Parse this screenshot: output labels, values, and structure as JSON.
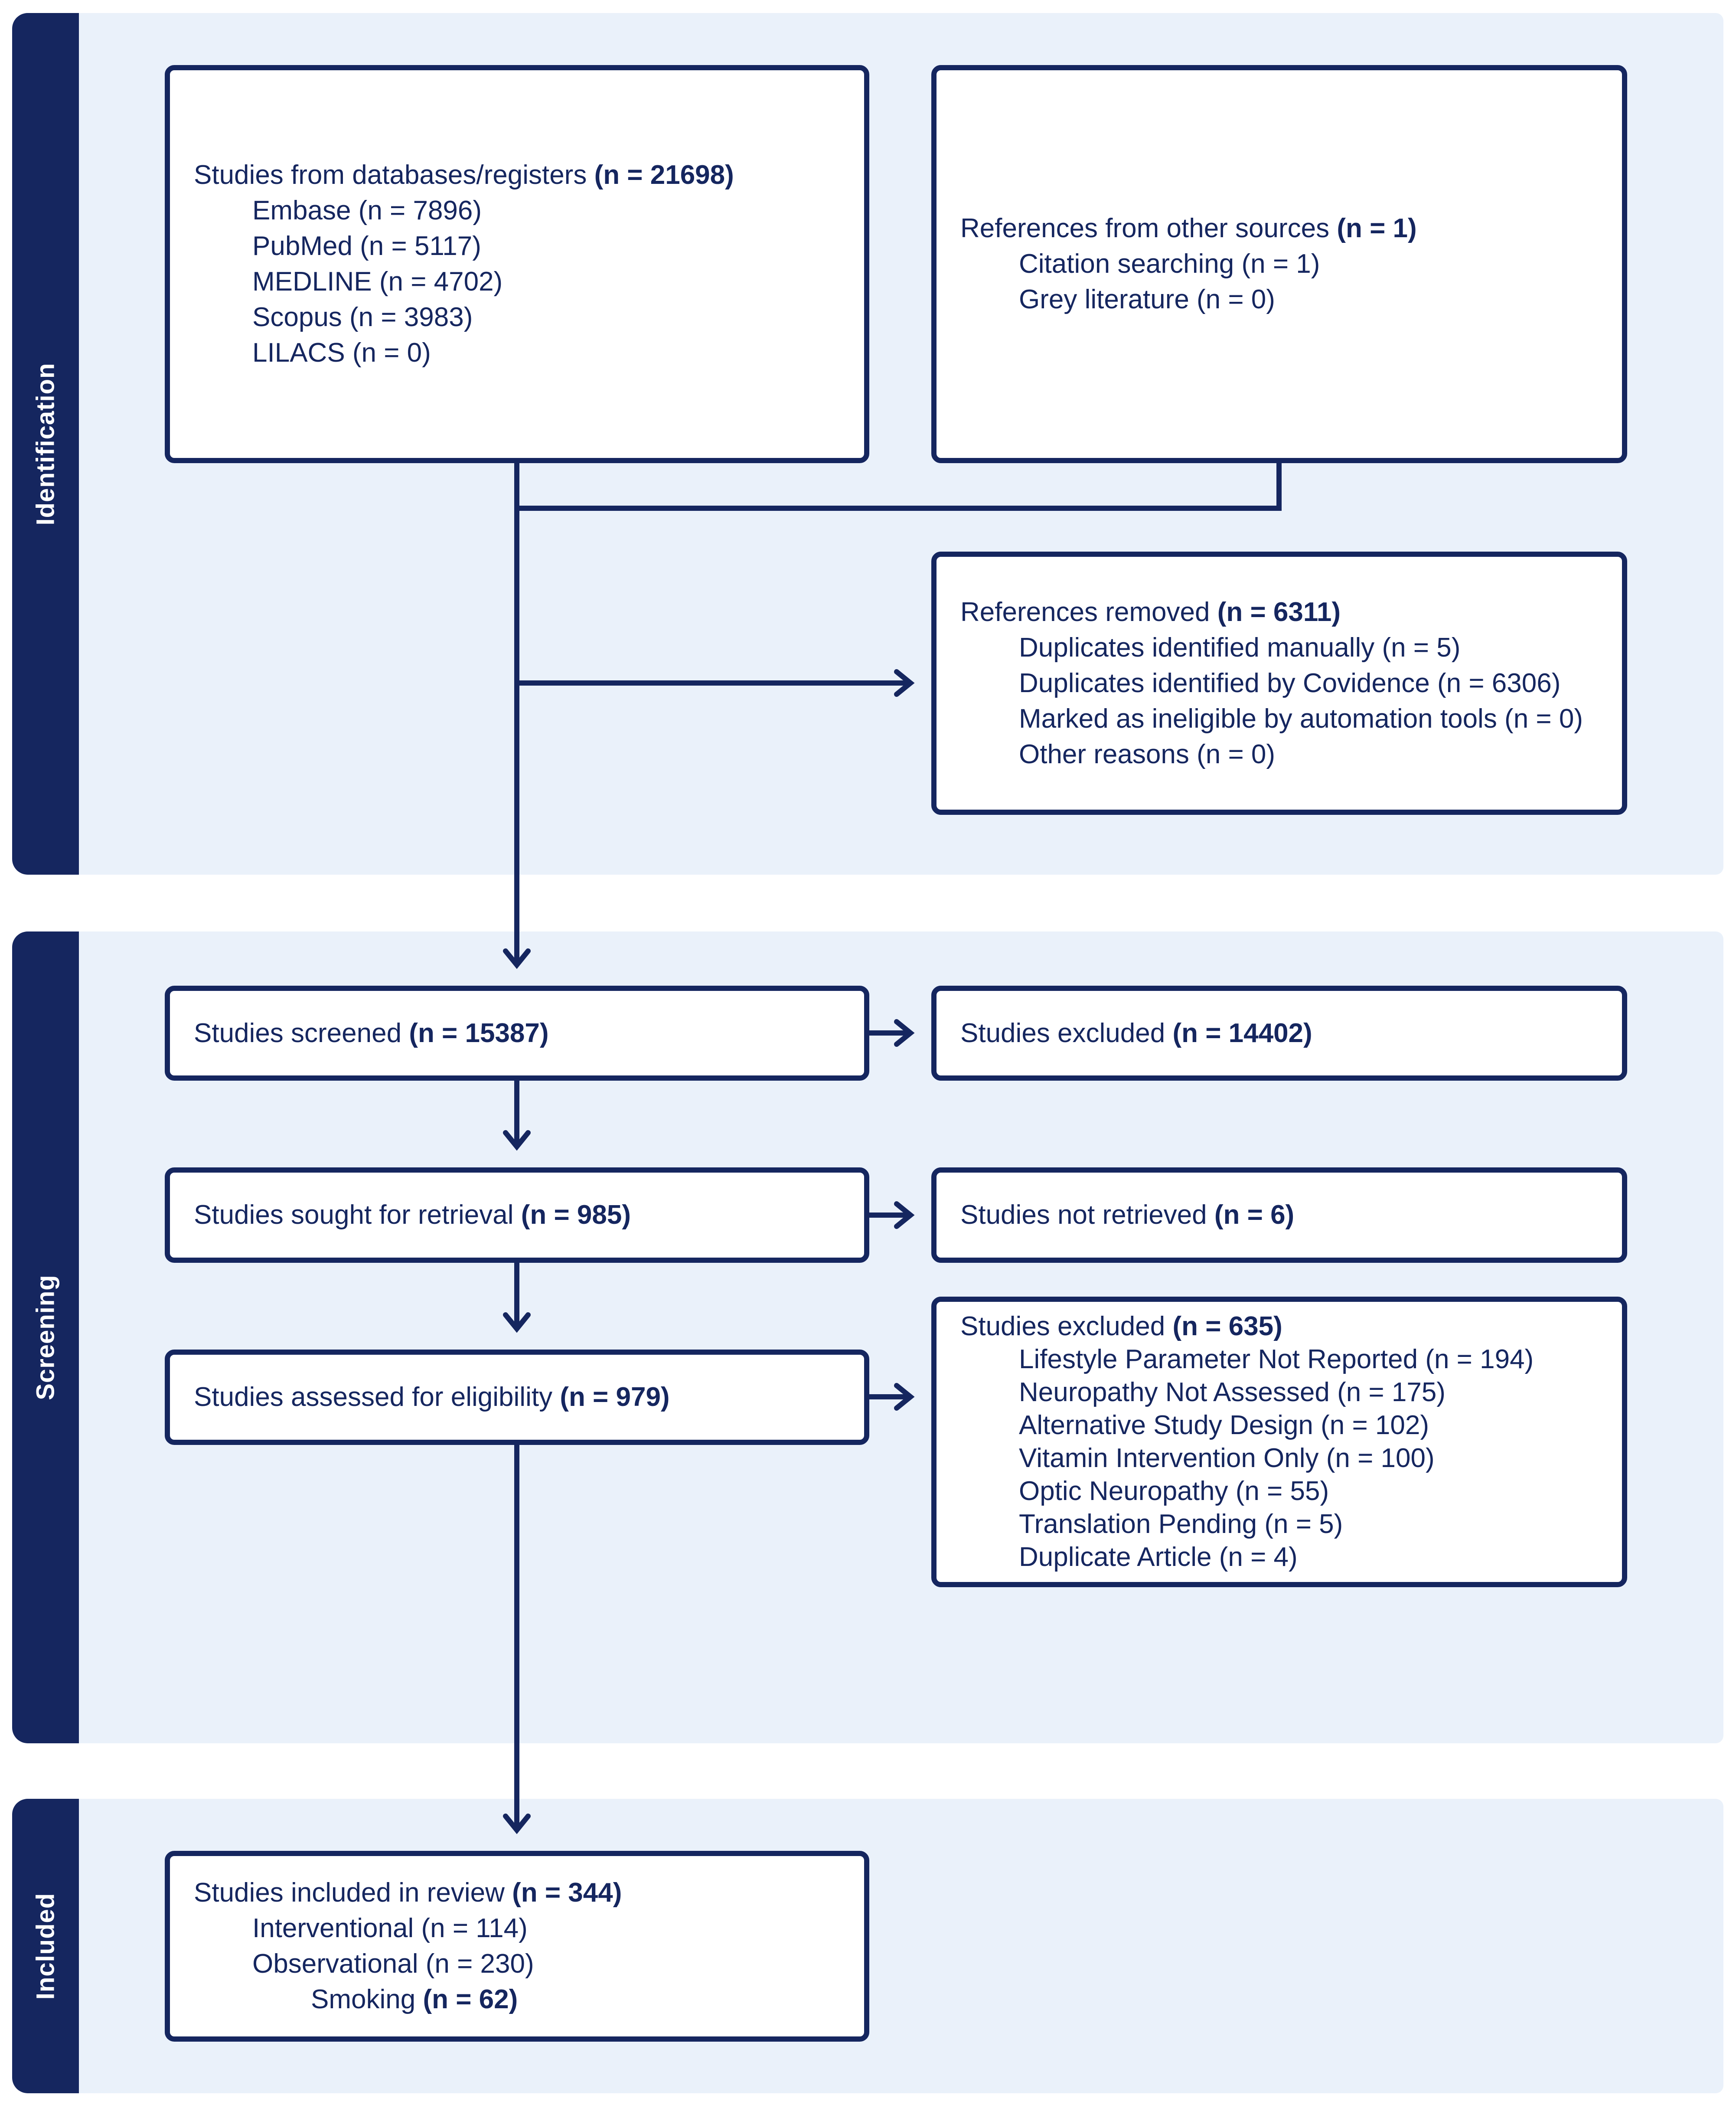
{
  "diagram": {
    "sections": {
      "identification": {
        "label": "Identification"
      },
      "screening": {
        "label": "Screening"
      },
      "included": {
        "label": "Included"
      }
    },
    "boxes": {
      "databases": {
        "title": "Studies from databases/registers",
        "n": "(n = 21698)",
        "items": [
          "Embase (n = 7896)",
          "PubMed (n = 5117)",
          "MEDLINE (n = 4702)",
          "Scopus (n = 3983)",
          "LILACS (n = 0)"
        ]
      },
      "other_sources": {
        "title": "References from other sources",
        "n": "(n = 1)",
        "items": [
          "Citation searching (n = 1)",
          "Grey literature (n = 0)"
        ]
      },
      "removed": {
        "title": "References removed",
        "n": "(n = 6311)",
        "items": [
          "Duplicates identified manually (n = 5)",
          "Duplicates identified by Covidence (n = 6306)",
          "Marked as ineligible by automation tools (n = 0)",
          "Other reasons (n = 0)"
        ]
      },
      "screened": {
        "title": "Studies screened",
        "n": "(n = 15387)"
      },
      "excluded_screening": {
        "title": "Studies excluded",
        "n": "(n = 14402)"
      },
      "sought": {
        "title": "Studies sought for retrieval",
        "n": "(n = 985)"
      },
      "not_retrieved": {
        "title": "Studies not retrieved",
        "n": "(n = 6)"
      },
      "assessed": {
        "title": "Studies assessed for eligibility",
        "n": "(n = 979)"
      },
      "excluded_eligibility": {
        "title": "Studies excluded",
        "n": "(n = 635)",
        "items": [
          "Lifestyle Parameter Not Reported (n = 194)",
          "Neuropathy Not Assessed (n = 175)",
          "Alternative Study Design (n = 102)",
          "Vitamin Intervention Only (n = 100)",
          "Optic Neuropathy (n = 55)",
          "Translation Pending (n = 5)",
          "Duplicate Article (n = 4)"
        ]
      },
      "included_review": {
        "title": "Studies included in review",
        "n": "(n = 344)",
        "items": [
          "Interventional (n = 114)",
          "Observational (n = 230)"
        ],
        "sub_item": {
          "label": "Smoking",
          "n": "(n = 62)"
        }
      }
    },
    "colors": {
      "navy": "#15265F",
      "panel_blue": "#EAF1FA",
      "box_background": "#FFFFFF",
      "tab_text": "#FFFFFF"
    }
  }
}
